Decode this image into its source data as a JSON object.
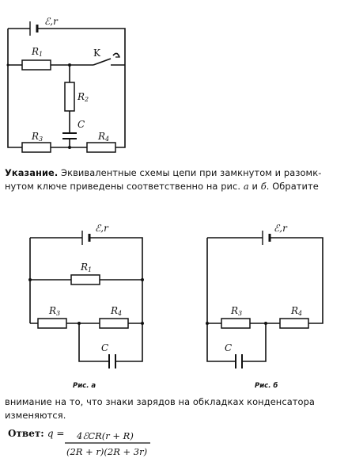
{
  "labels": {
    "emf": "ℰ,r",
    "r1": "R",
    "r1_sub": "1",
    "r2": "R",
    "r2_sub": "2",
    "r3": "R",
    "r3_sub": "3",
    "r4": "R",
    "r4_sub": "4",
    "c": "C",
    "key": "K"
  },
  "hint": {
    "bold": "Указание.",
    "line1_rest": " Эквивалентные схемы цепи при замкнутом и разомк-",
    "line2_a": "нутом ключе приведены соответственно на рис. ",
    "fig_a": "а",
    "and": " и ",
    "fig_b": "б",
    "line2_b": ". Обратите"
  },
  "captions": {
    "a": "Рис. а",
    "b": "Рис. б"
  },
  "continuation": {
    "line1": "внимание на то, что знаки зарядов на обкладках конденсатора",
    "line2": "изменяются."
  },
  "answer": {
    "label": "Ответ:",
    "lhs": "q =",
    "numerator": "4ℰCR(r + R)",
    "denominator": "(2R + r)(2R + 3r)"
  }
}
